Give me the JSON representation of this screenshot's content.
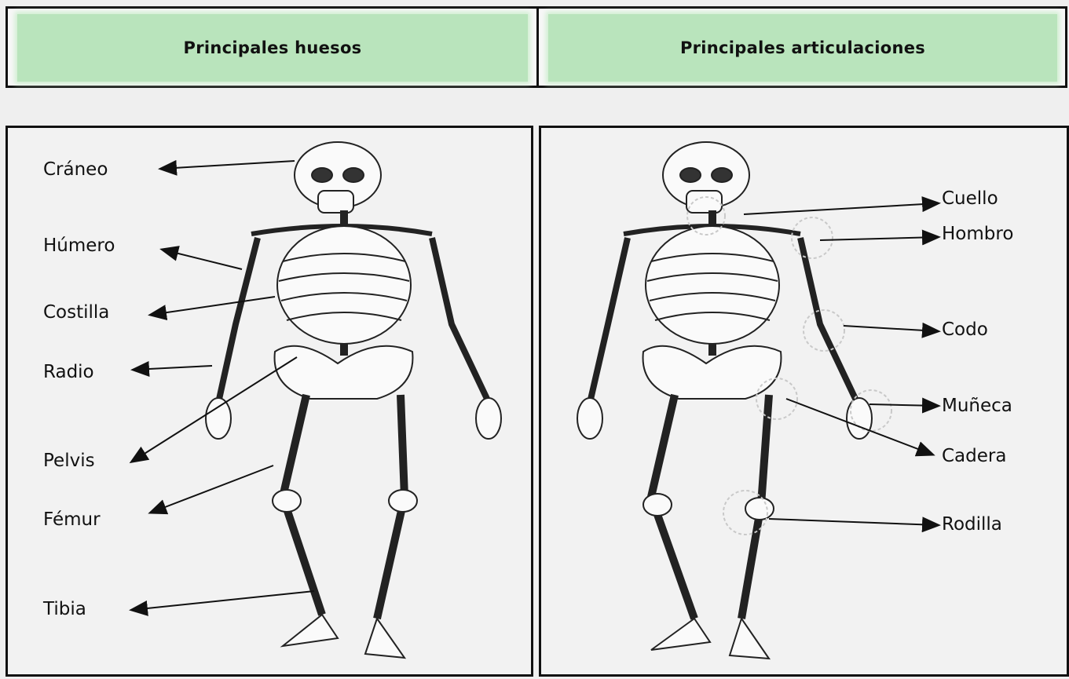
{
  "headers": {
    "bones": "Principales huesos",
    "joints": "Principales articulaciones"
  },
  "bones_labels": [
    "Cráneo",
    "Húmero",
    "Costilla",
    "Radio",
    "Pelvis",
    "Fémur",
    "Tibia"
  ],
  "joints_labels": [
    "Cuello",
    "Hombro",
    "Codo",
    "Muñeca",
    "Cadera",
    "Rodilla"
  ],
  "colors": {
    "header_green": "#b9e4bc",
    "border": "#111111",
    "background": "#efefef"
  },
  "icons": [
    "skeleton-illustration",
    "arrow"
  ]
}
